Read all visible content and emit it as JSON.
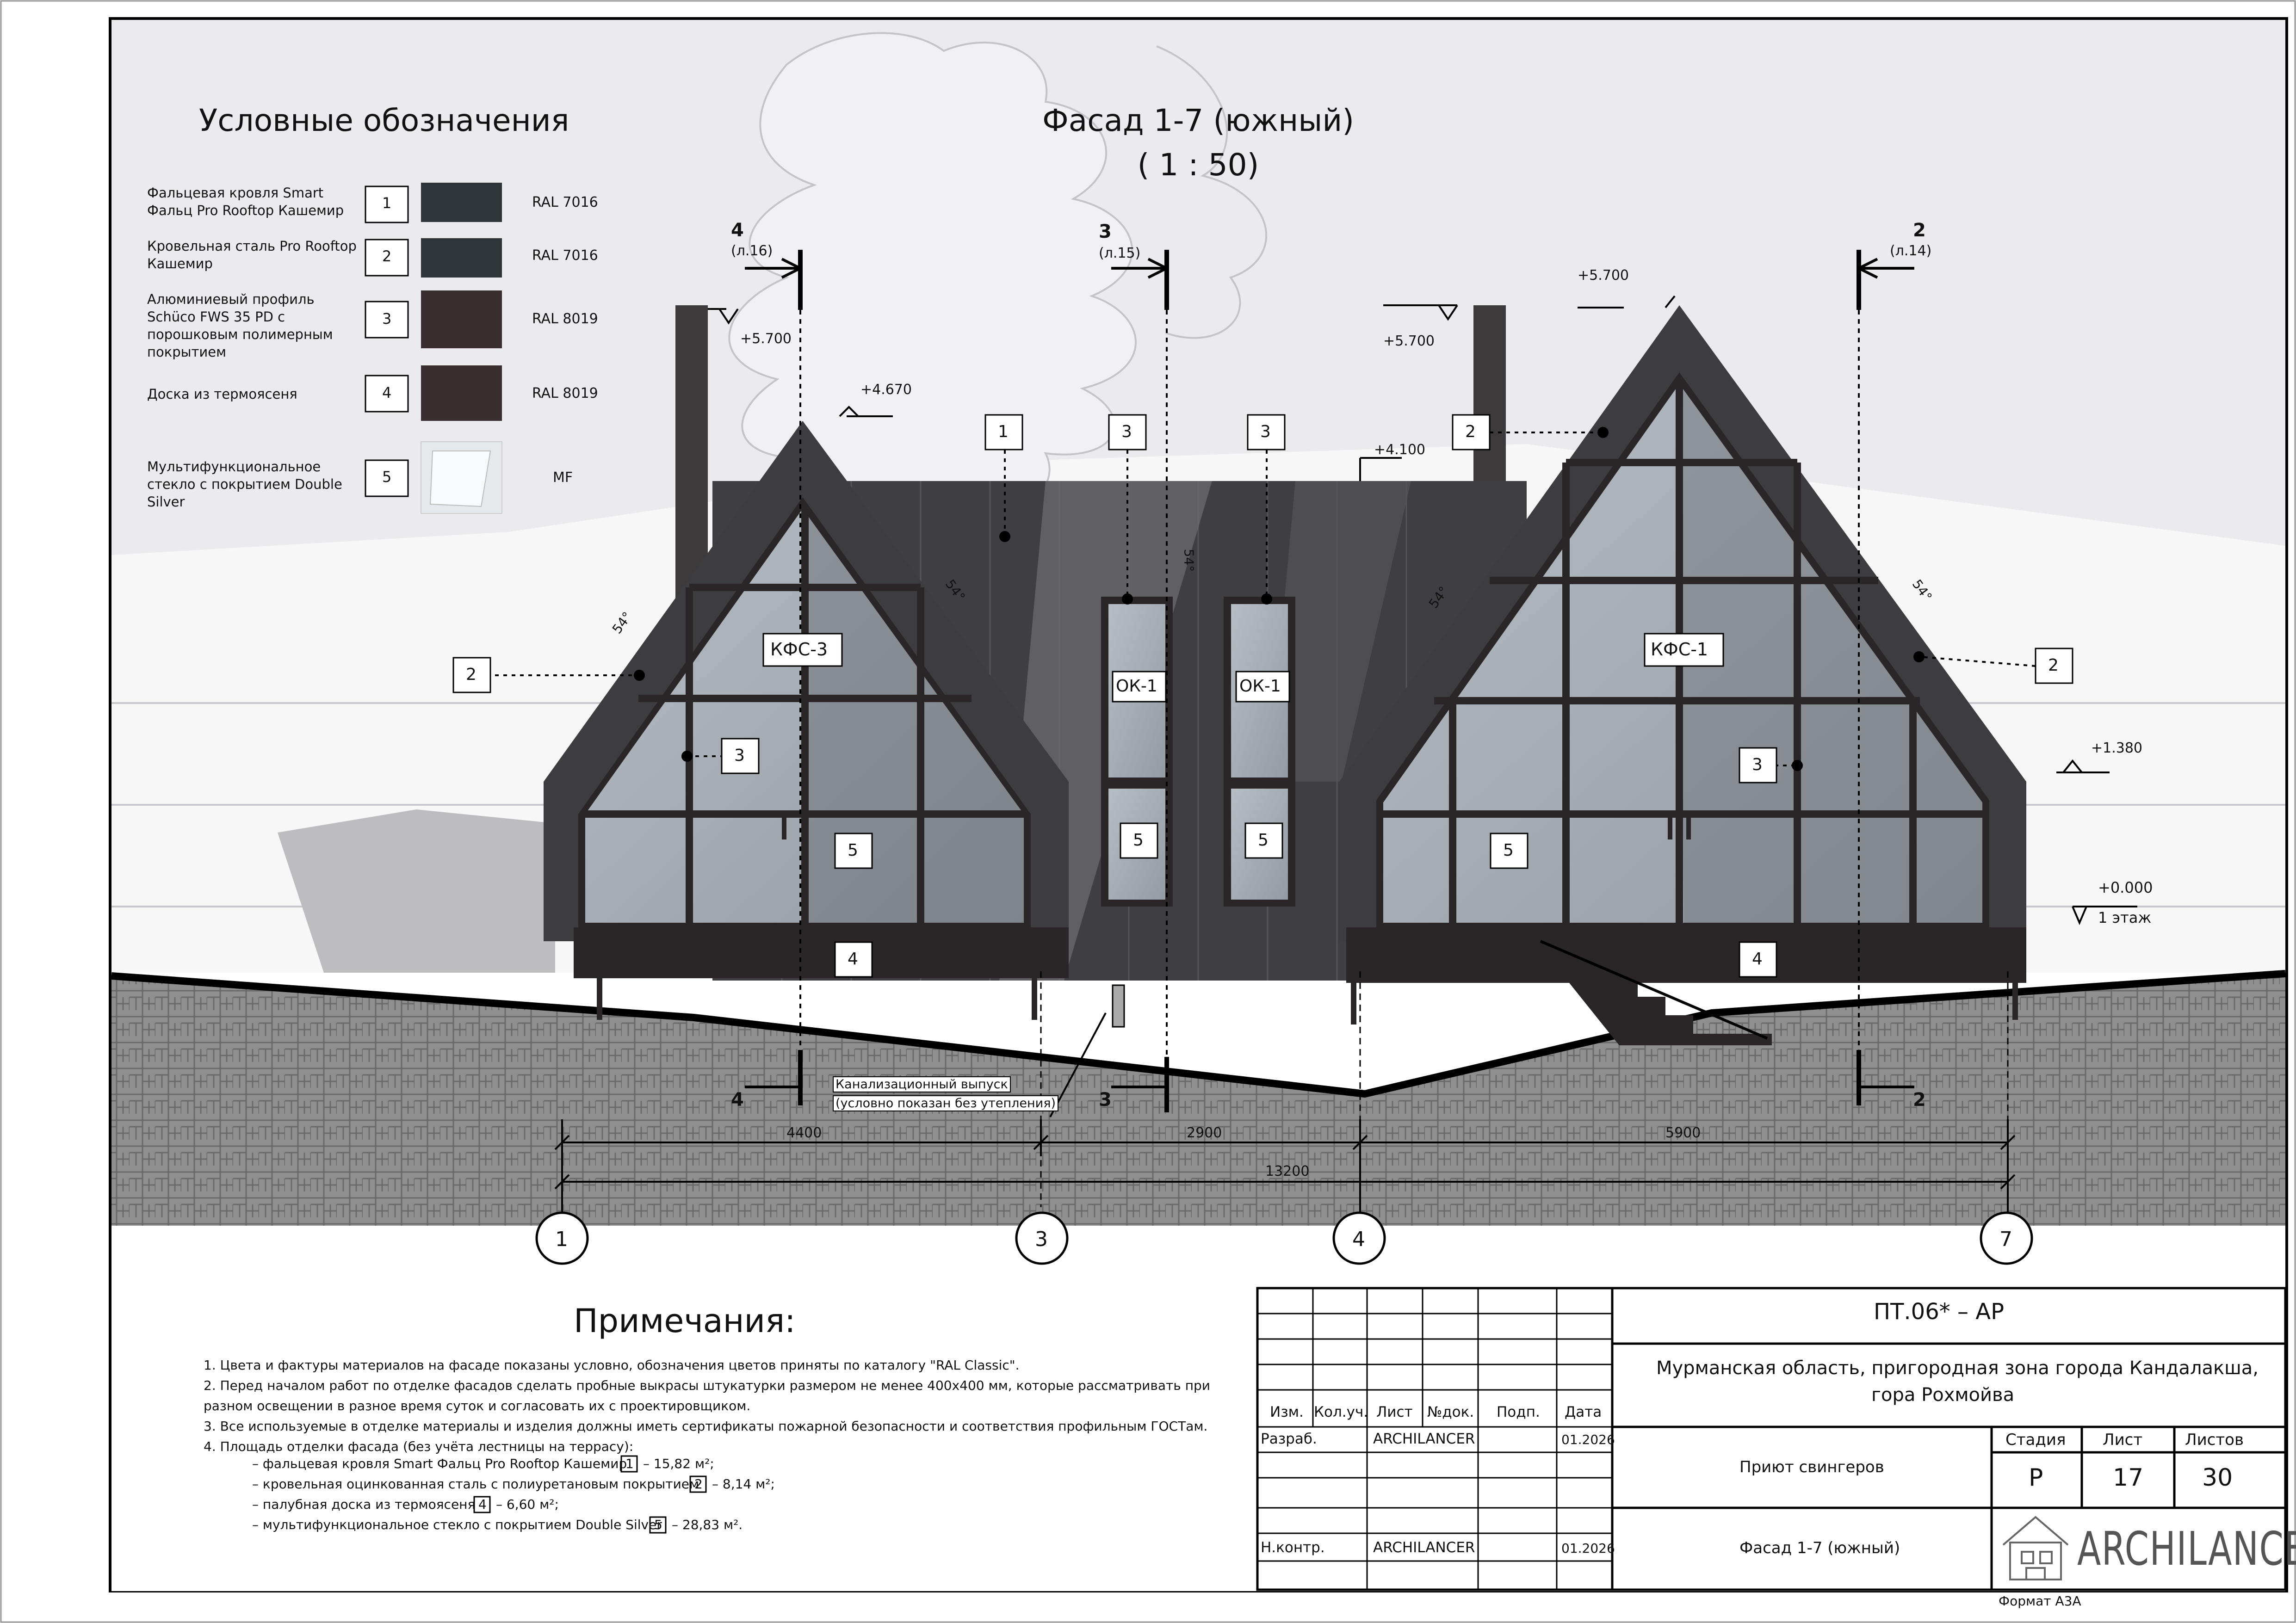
{
  "legend": {
    "title": "Условные обозначения",
    "items": [
      {
        "text": "Фальцевая кровля Smart Фальц Pro Rooftop Кашемир",
        "num": "1",
        "code": "RAL 7016",
        "color": "#2e3438"
      },
      {
        "text": "Кровельная сталь Pro Rooftop Кашемир",
        "num": "2",
        "code": "RAL 7016",
        "color": "#2e3438"
      },
      {
        "text": "Алюминиевый профиль Schüco FWS 35 PD с порошковым полимерным покрытием",
        "num": "3",
        "code": "RAL 8019",
        "color": "#3a2f30"
      },
      {
        "text": "Доска из термоясеня",
        "num": "4",
        "code": "RAL 8019",
        "color": "#3a2f30"
      },
      {
        "text": "Мультифункциональное стекло с покрытием Double Silver",
        "num": "5",
        "code": "MF",
        "color": "#dfe3e6"
      }
    ]
  },
  "facade": {
    "title": "Фасад 1-7 (южный)",
    "scale": "( 1 : 50)"
  },
  "colors": {
    "roof": "#3d3d3f",
    "dark": "#2a2628",
    "glass": "#a4aab2",
    "ground": "#8e8e8e",
    "sky": "#e4e4e6"
  },
  "sections": [
    {
      "num": "4",
      "ref": "(л.16)"
    },
    {
      "num": "3",
      "ref": "(л.15)"
    },
    {
      "num": "2",
      "ref": "(л.14)"
    }
  ],
  "levels": {
    "l1": "+5.700",
    "l2": "+4.670",
    "l3": "+5.700",
    "l4": "+5.700",
    "l5": "+4.100",
    "l6": "+1.380",
    "l7": "+0.000",
    "floor": "1 этаж"
  },
  "angles": [
    "54°",
    "54°",
    "54°",
    "54°",
    "54°"
  ],
  "marks": {
    "kfs3": "КФС-3",
    "kfs1": "КФС-1",
    "ok1": "ОК-1",
    "ok2": "ОК-1"
  },
  "tags": {
    "t1": "1",
    "t2": "3",
    "t3": "3",
    "t4": "2",
    "t5": "2",
    "t6": "3",
    "t7": "5",
    "t8": "5",
    "t9": "5",
    "t10": "4",
    "t11": "2",
    "t12": "3",
    "t13": "5",
    "t14": "4"
  },
  "sewer": {
    "l1": "Канализационный выпуск",
    "l2": "(условно показан без утепления)"
  },
  "dims": {
    "d1": "4400",
    "d2": "2900",
    "d3": "5900",
    "total": "13200"
  },
  "axes": [
    "1",
    "3",
    "4",
    "7"
  ],
  "notes": {
    "title": "Примечания:",
    "items": [
      "1.   Цвета и фактуры материалов на фасаде показаны условно, обозначения цветов приняты по каталогу \"RAL Classic\".",
      "2.   Перед началом работ по отделке фасадов сделать пробные выкрасы штукатурки размером не менее 400х400 мм, которые рассматривать при",
      "       разном освещении в разное время суток и согласовать их с проектировщиком.",
      "3.   Все используемые в отделке материалы и изделия должны иметь сертификаты пожарной безопасности и соответствия профильным ГОСТам.",
      "4.   Площадь отделки фасада (без учёта лестницы на террасу):"
    ],
    "sub": [
      "– фальцевая кровля Smart Фальц Pro Rooftop Кашемир",
      "– кровельная оцинкованная сталь с полиуретановым покрытием",
      "– палубная доска из термоясеня",
      "– мультифункциональное стекло с покрытием Double Silver"
    ],
    "sub_nums": [
      "1",
      "2",
      "4",
      "5"
    ],
    "sub_vals": [
      "– 15,82 м²;",
      "– 8,14 м²;",
      "– 6,60 м²;",
      "– 28,83 м²."
    ]
  },
  "stamp": {
    "code": "ПТ.06* – АР",
    "loc1": "Мурманская область, пригородная зона города Кандалакша,",
    "loc2": "гора Рохмойва",
    "h_izm": "Изм.",
    "h_kol": "Кол.уч.",
    "h_list": "Лист",
    "h_ndoc": "№док.",
    "h_podp": "Подп.",
    "h_date": "Дата",
    "razrab": "Разраб.",
    "razrab_name": "ARCHILANCER",
    "razrab_date": "01.2026",
    "nkontr": "Н.контр.",
    "nkontr_name": "ARCHILANCER",
    "nkontr_date": "01.2026",
    "object": "Приют свингеров",
    "sheet_title": "Фасад 1-7 (южный)",
    "stage_h": "Стадия",
    "list_h": "Лист",
    "lists_h": "Листов",
    "stage": "Р",
    "list": "17",
    "lists": "30",
    "brand": "ARCHILANCER"
  },
  "format": "Формат А3А"
}
